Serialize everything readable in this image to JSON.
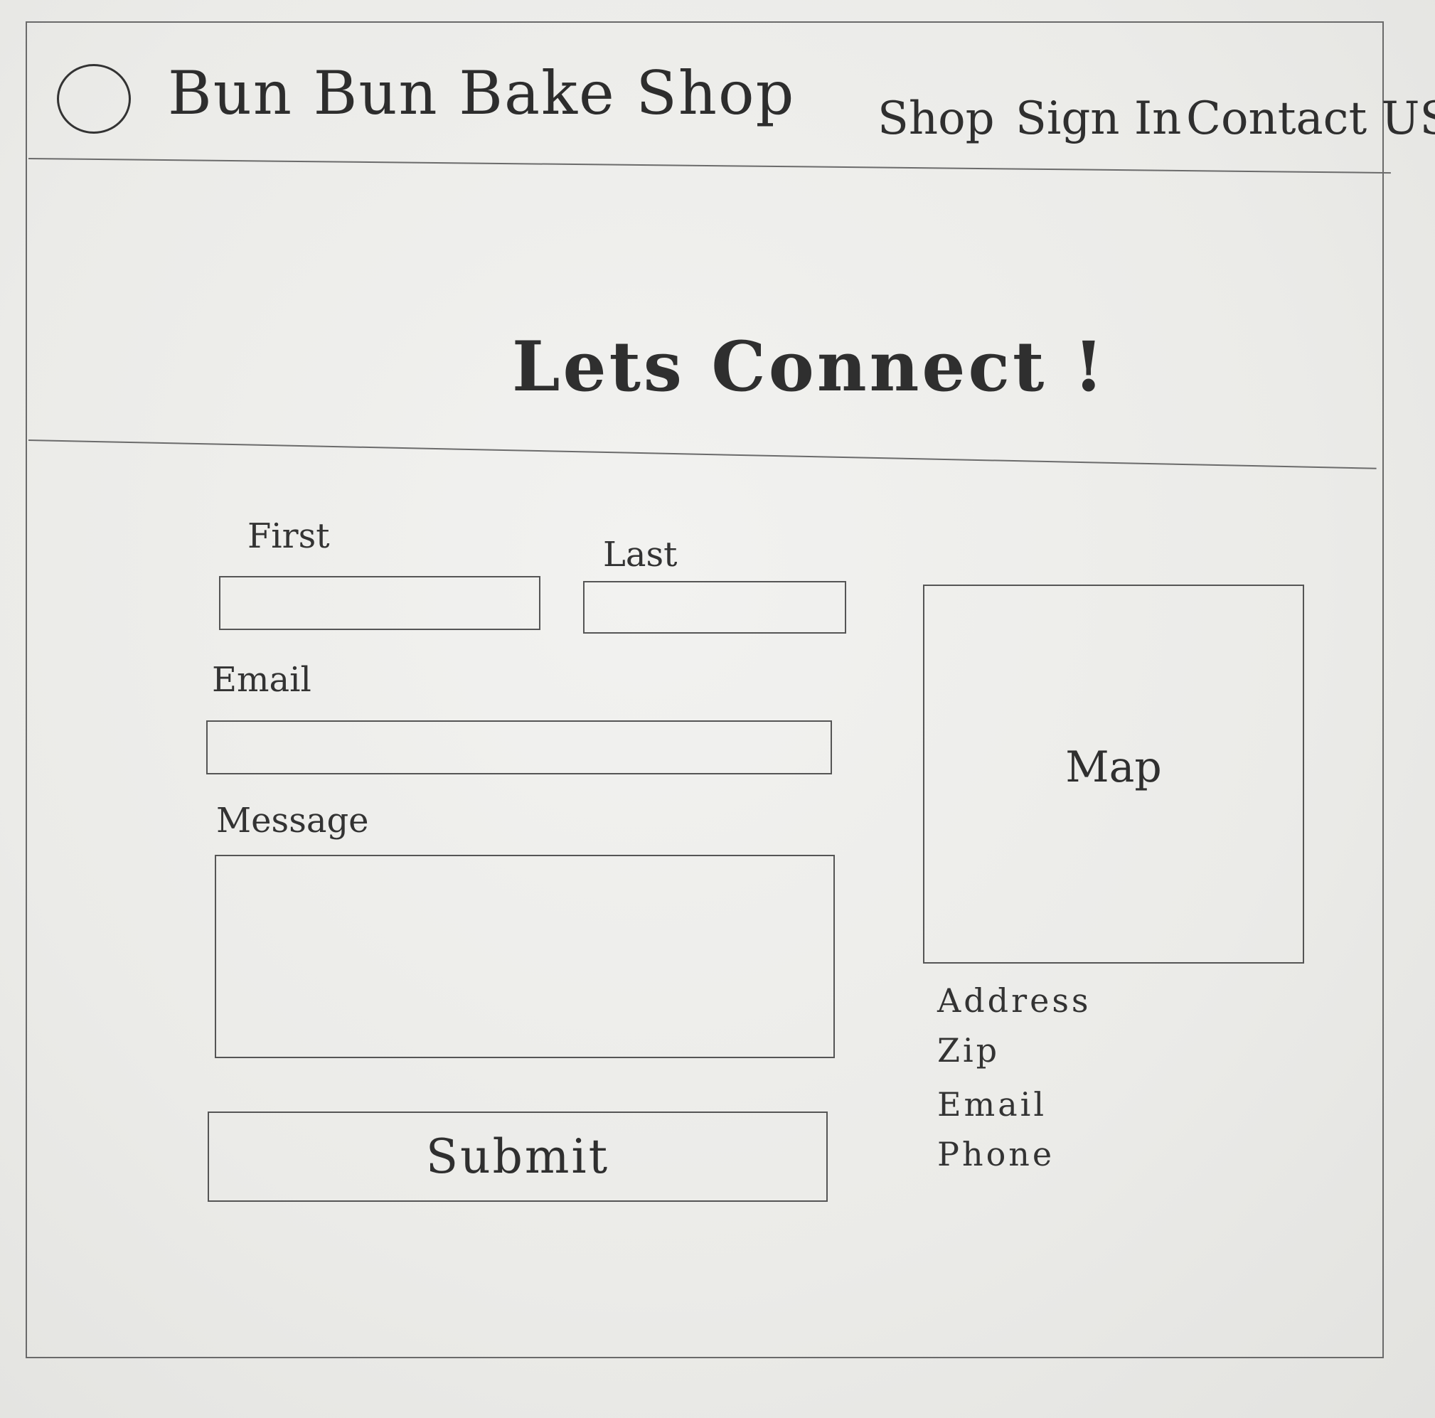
{
  "header": {
    "brand": "Bun Bun Bake Shop",
    "nav": [
      "Shop",
      "Sign In",
      "Contact US"
    ]
  },
  "hero": {
    "title": "Lets Connect !"
  },
  "form": {
    "first_label": "First",
    "last_label": "Last",
    "email_label": "Email",
    "message_label": "Message",
    "submit_label": "Submit"
  },
  "sidebar": {
    "map_label": "Map",
    "contact_lines": [
      "Address",
      "Zip",
      "Email",
      "Phone"
    ]
  },
  "colors": {
    "ink": "#2f2f2f",
    "paper": "#ebebe8"
  }
}
